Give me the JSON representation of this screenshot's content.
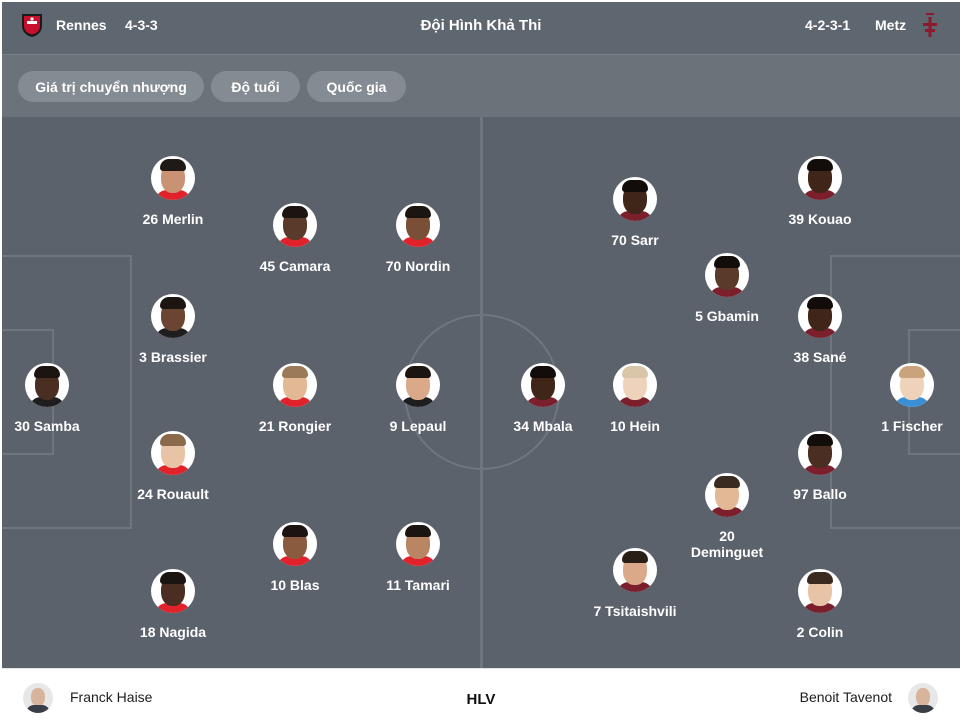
{
  "header": {
    "title": "Đội Hình Khả Thi",
    "home": {
      "name": "Rennes",
      "formation": "4-3-3",
      "logo_icon": "rennes-crest-icon",
      "color": "#c8102e"
    },
    "away": {
      "name": "Metz",
      "formation": "4-2-3-1",
      "logo_icon": "metz-crest-icon",
      "color": "#8b1a2b"
    }
  },
  "filters": [
    "Giá trị chuyển nhượng",
    "Độ tuổi",
    "Quốc gia"
  ],
  "home_players": [
    {
      "label": "30 Samba",
      "skin": "#4a2e21",
      "hair": "#1b1410",
      "shirt": "#1e1e1e"
    },
    {
      "label": "26 Merlin",
      "skin": "#c89273",
      "hair": "#1f1a16",
      "shirt": "#e1222b"
    },
    {
      "label": "3 Brassier",
      "skin": "#6b4432",
      "hair": "#1c1512",
      "shirt": "#1e1e1e"
    },
    {
      "label": "24 Rouault",
      "skin": "#e8c3a5",
      "hair": "#8a6a4a",
      "shirt": "#e1222b"
    },
    {
      "label": "18 Nagida",
      "skin": "#4a2e21",
      "hair": "#1b1410",
      "shirt": "#e1222b"
    },
    {
      "label": "45 Camara",
      "skin": "#5a3a2a",
      "hair": "#1b1410",
      "shirt": "#e1222b"
    },
    {
      "label": "21 Rongier",
      "skin": "#e3b995",
      "hair": "#9a7a58",
      "shirt": "#e1222b"
    },
    {
      "label": "10 Blas",
      "skin": "#8a5b3f",
      "hair": "#1b1410",
      "shirt": "#e1222b"
    },
    {
      "label": "70 Nordin",
      "skin": "#7a4f37",
      "hair": "#1b1410",
      "shirt": "#e1222b"
    },
    {
      "label": "9 Lepaul",
      "skin": "#d9a989",
      "hair": "#1b1410",
      "shirt": "#1e1e1e"
    },
    {
      "label": "11 Tamari",
      "skin": "#b98563",
      "hair": "#1b1410",
      "shirt": "#e1222b"
    }
  ],
  "away_players": [
    {
      "label": "1 Fischer",
      "skin": "#efd2ba",
      "hair": "#c9a47a",
      "shirt": "#3b8fd6"
    },
    {
      "label": "39 Kouao",
      "skin": "#3f2619",
      "hair": "#120d0a",
      "shirt": "#7a1f2b"
    },
    {
      "label": "38 Sané",
      "skin": "#3f2619",
      "hair": "#120d0a",
      "shirt": "#7a1f2b"
    },
    {
      "label": "97 Ballo",
      "skin": "#4a2e21",
      "hair": "#120d0a",
      "shirt": "#7a1f2b"
    },
    {
      "label": "2 Colin",
      "skin": "#e8c3a5",
      "hair": "#3a2a1f",
      "shirt": "#7a1f2b"
    },
    {
      "label": "5 Gbamin",
      "skin": "#5a3a2a",
      "hair": "#120d0a",
      "shirt": "#7a1f2b"
    },
    {
      "label": "20 Deminguet",
      "skin": "#e3b995",
      "hair": "#3a2a1f",
      "shirt": "#7a1f2b"
    },
    {
      "label": "70 Sarr",
      "skin": "#3f2619",
      "hair": "#120d0a",
      "shirt": "#7a1f2b"
    },
    {
      "label": "10 Hein",
      "skin": "#efd2ba",
      "hair": "#d9c6a8",
      "shirt": "#7a1f2b"
    },
    {
      "label": "7 Tsitaishvili",
      "skin": "#d9a989",
      "hair": "#2a1f17",
      "shirt": "#7a1f2b"
    },
    {
      "label": "34 Mbala",
      "skin": "#3f2619",
      "hair": "#120d0a",
      "shirt": "#7a1f2b"
    }
  ],
  "footer": {
    "home_coach": "Franck Haise",
    "label": "HLV",
    "away_coach": "Benoit Tavenot"
  }
}
